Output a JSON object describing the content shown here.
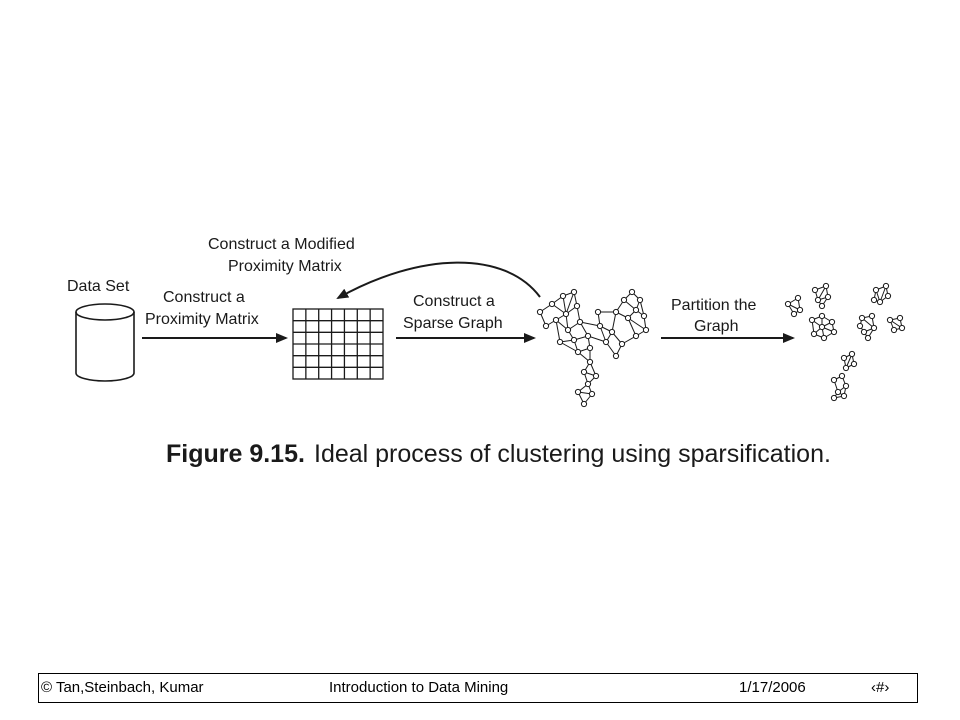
{
  "diagram": {
    "labels": {
      "data_set": "Data Set",
      "proximity_line1": "Construct a",
      "proximity_line2": "Proximity Matrix",
      "modified_line1": "Construct a Modified",
      "modified_line2": "Proximity Matrix",
      "sparse_line1": "Construct a",
      "sparse_line2": "Sparse Graph",
      "partition_line1": "Partition the",
      "partition_line2": "Graph"
    },
    "caption": {
      "number": "Figure 9.15.",
      "text": "Ideal process of clustering using sparsification."
    },
    "matrix": {
      "rows": 6,
      "cols": 7
    }
  },
  "footer": {
    "left": "© Tan,Steinbach, Kumar",
    "center": "Introduction to Data Mining",
    "date": "1/17/2006",
    "page": "‹#›"
  }
}
